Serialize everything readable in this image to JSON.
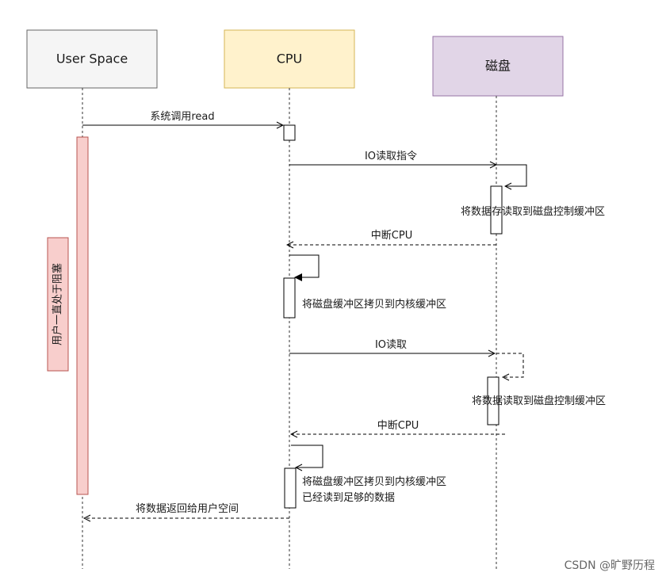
{
  "participants": {
    "user": "User Space",
    "cpu": "CPU",
    "disk": "磁盘"
  },
  "messages": {
    "m1": "系统调用read",
    "m2": "IO读取指令",
    "m3": "中断CPU",
    "m4": "IO读取",
    "m5": "中断CPU",
    "m6": "将数据返回给用户空间"
  },
  "notes": {
    "disk1": "将数据存读取到磁盘控制缓冲区",
    "cpu1": "将磁盘缓冲区拷贝到内核缓冲区",
    "disk2": "将数据读取到磁盘控制缓冲区",
    "cpu2a": "将磁盘缓冲区拷贝到内核缓冲区",
    "cpu2b": "已经读到足够的数据"
  },
  "blocked_label": "用户一直处于阻塞",
  "watermark": "CSDN @旷野历程",
  "colors": {
    "user_fill": "#f5f5f5",
    "user_stroke": "#666666",
    "cpu_fill": "#fff2cc",
    "cpu_stroke": "#d6b656",
    "disk_fill": "#e1d5e7",
    "disk_stroke": "#9673a6",
    "block_fill": "#f8cecc",
    "block_stroke": "#b85450"
  }
}
